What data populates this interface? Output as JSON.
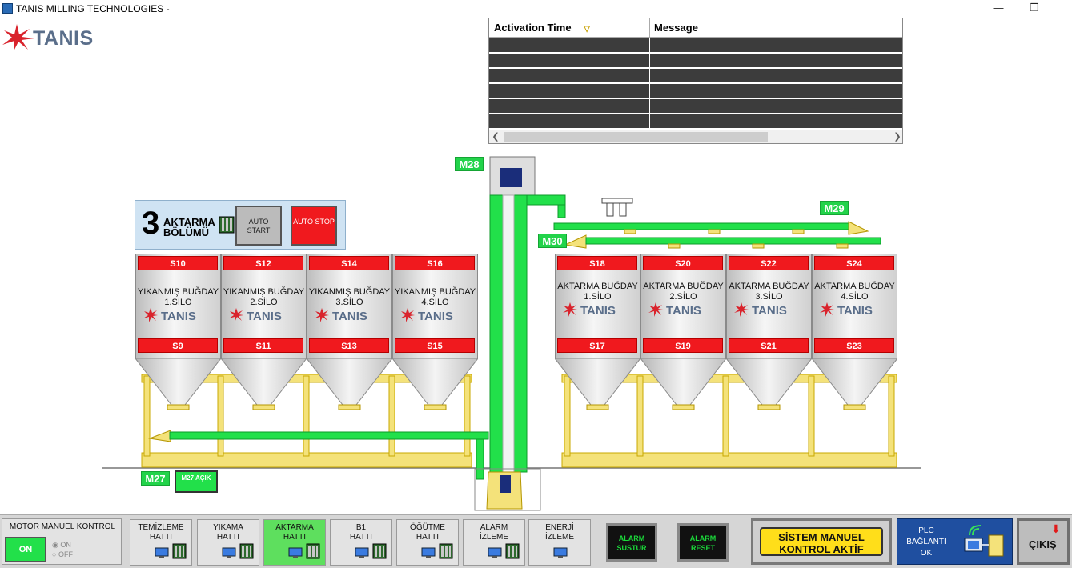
{
  "window": {
    "title": "TANIS MILLING TECHNOLOGIES -"
  },
  "logo": {
    "text": "TANIS"
  },
  "alarm_table": {
    "columns": [
      "Activation Time",
      "Message"
    ],
    "row_count": 6
  },
  "motors": {
    "m27": "M27",
    "m28": "M28",
    "m29": "M29",
    "m30": "M30",
    "m27_status": "M27 AÇIK"
  },
  "section": {
    "number": "3",
    "title_line1": "AKTARMA",
    "title_line2": "BÖLÜMÜ",
    "auto_start": "AUTO START",
    "auto_stop": "AUTO STOP"
  },
  "left_silos": [
    {
      "top": "S10",
      "bottom": "S9",
      "name": "YIKANMIŞ BUĞDAY",
      "num": "1.SİLO"
    },
    {
      "top": "S12",
      "bottom": "S11",
      "name": "YIKANMIŞ BUĞDAY",
      "num": "2.SİLO"
    },
    {
      "top": "S14",
      "bottom": "S13",
      "name": "YIKANMIŞ BUĞDAY",
      "num": "3.SİLO"
    },
    {
      "top": "S16",
      "bottom": "S15",
      "name": "YIKANMIŞ BUĞDAY",
      "num": "4.SİLO"
    }
  ],
  "right_silos": [
    {
      "top": "S18",
      "bottom": "S17",
      "name": "AKTARMA BUĞDAY",
      "num": "1.SİLO"
    },
    {
      "top": "S20",
      "bottom": "S19",
      "name": "AKTARMA BUĞDAY",
      "num": "2.SİLO"
    },
    {
      "top": "S22",
      "bottom": "S21",
      "name": "AKTARMA BUĞDAY",
      "num": "3.SİLO"
    },
    {
      "top": "S24",
      "bottom": "S23",
      "name": "AKTARMA BUĞDAY",
      "num": "4.SİLO"
    }
  ],
  "toolbar": {
    "motor_manual_title": "MOTOR MANUEL KONTROL",
    "on_label": "ON",
    "radio_on": "ON",
    "radio_off": "OFF",
    "nav": [
      {
        "l1": "TEMİZLEME",
        "l2": "HATTI"
      },
      {
        "l1": "YIKAMA",
        "l2": "HATTI"
      },
      {
        "l1": "AKTARMA",
        "l2": "HATTI"
      },
      {
        "l1": "B1",
        "l2": "HATTI"
      },
      {
        "l1": "ÖĞÜTME",
        "l2": "HATTI"
      },
      {
        "l1": "ALARM",
        "l2": "İZLEME"
      },
      {
        "l1": "ENERJİ",
        "l2": "İZLEME"
      }
    ],
    "alarm_mute_l1": "ALARM",
    "alarm_mute_l2": "SUSTUR",
    "alarm_reset_l1": "ALARM",
    "alarm_reset_l2": "RESET",
    "system_l1": "SİSTEM MANUEL",
    "system_l2": "KONTROL AKTİF",
    "plc_l1": "PLC",
    "plc_l2": "BAĞLANTI",
    "plc_l3": "OK",
    "exit": "ÇIKIŞ"
  },
  "colors": {
    "conveyor_green": "#22e04a",
    "silo_badge_red": "#f0191e",
    "structure_yellow": "#f4e27a",
    "active_nav": "#5edf5e"
  }
}
